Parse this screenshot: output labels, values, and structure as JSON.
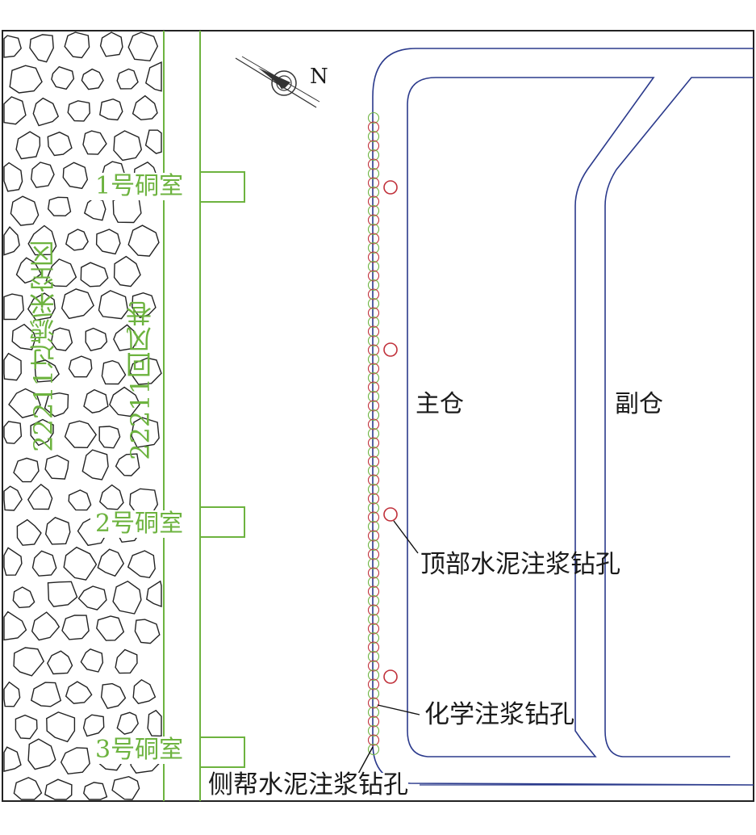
{
  "labels": {
    "goaf": "22211过滤采空区",
    "airway": "22211回风巷",
    "chamber1": "1号硐室",
    "chamber2": "2号硐室",
    "chamber3": "3号硐室",
    "main_bin": "主仓",
    "aux_bin": "副仓",
    "north": "N",
    "roof_cement_hole": "顶部水泥注浆钻孔",
    "chemical_hole": "化学注浆钻孔",
    "side_cement_hole": "侧帮水泥注浆钻孔"
  },
  "colors": {
    "green": "#6db33f",
    "blue": "#2b3a8c",
    "red": "#c0303a",
    "stone": "#222222"
  }
}
